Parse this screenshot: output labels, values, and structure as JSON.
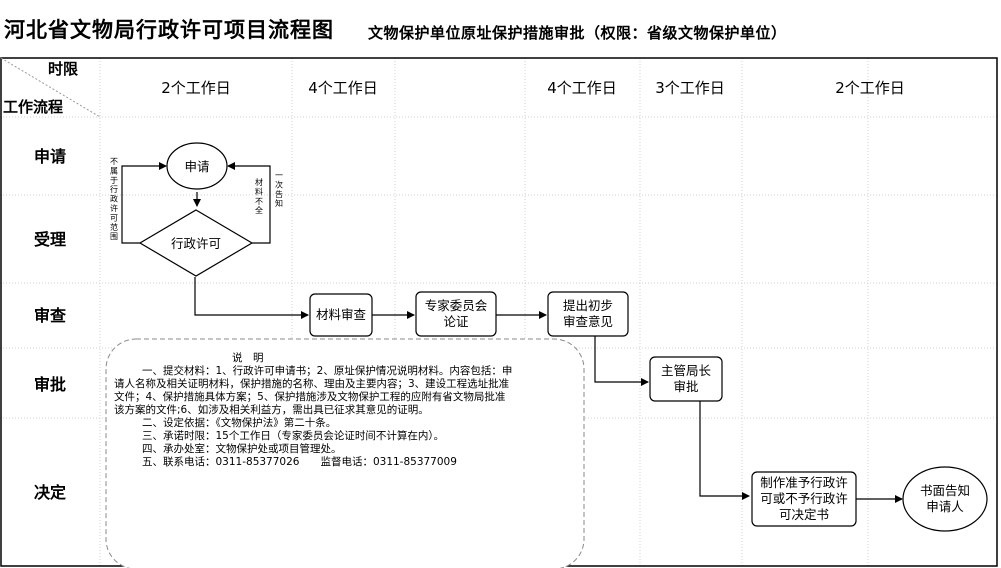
{
  "title": "河北省文物局行政许可项目流程图",
  "subtitle": "文物保护单位原址保护措施审批（权限：省级文物保护单位）",
  "header": {
    "time_limit_label": "时限",
    "workflow_label": "工作流程",
    "columns": [
      "2个工作日",
      "4个工作日",
      "4个工作日",
      "3个工作日",
      "2个工作日"
    ]
  },
  "rows": [
    "申请",
    "受理",
    "审查",
    "审批",
    "决定"
  ],
  "nodes": {
    "apply": "申请",
    "admin_permit": "行政许可",
    "material_review": "材料审查",
    "expert_l1": "专家委员会",
    "expert_l2": "论证",
    "opinion_l1": "提出初步",
    "opinion_l2": "审查意见",
    "director_l1": "主管局长",
    "director_l2": "审批",
    "decision_l1": "制作准予行政许",
    "decision_l2": "可或不予行政许",
    "decision_l3": "可决定书",
    "notify_l1": "书面告知",
    "notify_l2": "申请人"
  },
  "side_labels": {
    "left": [
      "不",
      "属",
      "于",
      "行",
      "政",
      "许",
      "可",
      "范",
      "围"
    ],
    "right_a": [
      "一",
      "次",
      "告",
      "知"
    ],
    "right_b": [
      "材",
      "料",
      "不",
      "全"
    ]
  },
  "legend": {
    "heading": "说　明",
    "line1": "一、提交材料：1、行政许可申请书；2、原址保护情况说明材料。内容包括：申",
    "line2": "请人名称及相关证明材料，保护措施的名称、理由及主要内容；3、建设工程选址批准",
    "line3": "文件；4、保护措施具体方案；5、保护措施涉及文物保护工程的应附有省文物局批准",
    "line4": "该方案的文件;6、如涉及相关利益方，需出具已征求其意见的证明。",
    "line5": "二、设定依据：《文物保护法》第二十条。",
    "line6": "三、承诺时限：15个工作日（专家委员会论证时间不计算在内）。",
    "line7": "四、承办处室：文物保护处或项目管理处。",
    "line8": "五、联系电话：0311-85377026　　监督电话：0311-85377009"
  }
}
